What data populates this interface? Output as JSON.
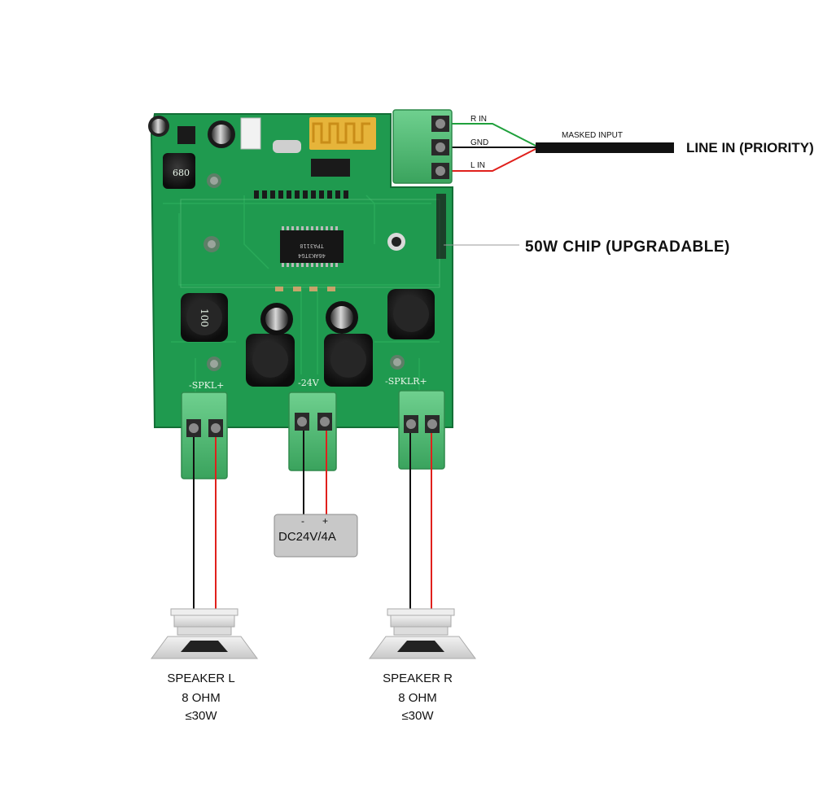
{
  "input": {
    "r_in": "R IN",
    "gnd": "GND",
    "l_in": "L IN",
    "masked_input": "MASKED INPUT",
    "line_in": "LINE IN (PRIORITY)"
  },
  "chip": {
    "label": "50W CHIP (UPGRADABLE)",
    "marking_1": "TPA3118",
    "marking_2": "46AK3TG4",
    "inductor_marking": "680",
    "coil_marking": "100"
  },
  "board": {
    "spkl": "-SPKL+",
    "v24": "-24V",
    "spklr": "-SPKLR+"
  },
  "power": {
    "minus": "-",
    "plus": "+",
    "label": "DC24V/4A"
  },
  "speaker_left": {
    "name": "SPEAKER L",
    "impedance": "8 OHM",
    "power": "≤30W"
  },
  "speaker_right": {
    "name": "SPEAKER R",
    "impedance": "8 OHM",
    "power": "≤30W"
  },
  "colors": {
    "pcb": "#1f9a4f",
    "pcb_dark": "#157a3c",
    "terminal": "#4cb870",
    "wire_red": "#e0201c",
    "wire_green": "#1fa03c",
    "wire_black": "#111111",
    "psu": "#c8c8c8"
  }
}
